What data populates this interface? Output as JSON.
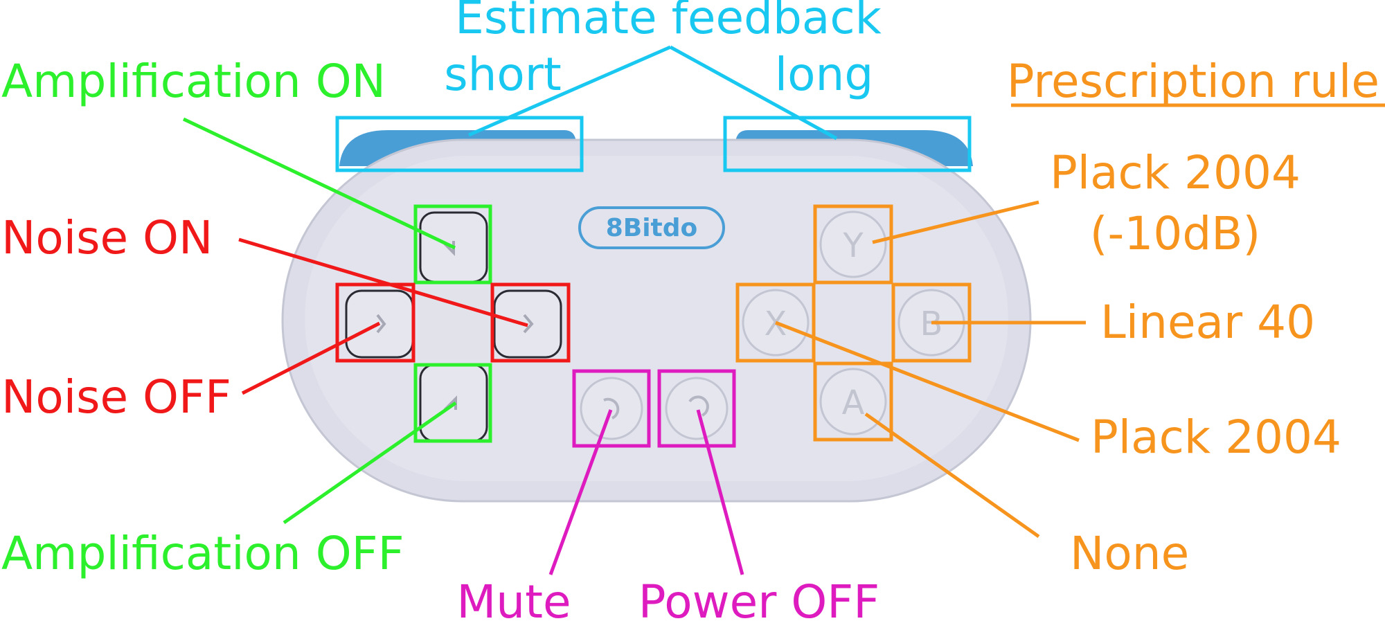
{
  "colors": {
    "green": "#2cf02c",
    "red": "#f01818",
    "cyan": "#18c8f0",
    "orange": "#f7941d",
    "magenta": "#dd1bbf",
    "controller_body": "#dcdde8",
    "controller_edge": "#c7c9d6",
    "bumper": "#4a9ed6",
    "button": "#e7e8ee",
    "logo": "#4a9ed6"
  },
  "controller": {
    "logo": "8Bitdo",
    "face_buttons": {
      "y": "Y",
      "x": "X",
      "b": "B",
      "a": "A"
    }
  },
  "labels": {
    "estimate_feedback": "Estimate feedback",
    "short": "short",
    "long": "long",
    "amplification_on": "Amplification ON",
    "noise_on": "Noise ON",
    "noise_off": "Noise OFF",
    "amplification_off": "Amplification OFF",
    "mute": "Mute",
    "power_off": "Power OFF",
    "prescription_rule": "Prescription rule",
    "plack_10db_line1": "Plack 2004",
    "plack_10db_line2": "(-10dB)",
    "linear_40": "Linear 40",
    "plack_2004": "Plack 2004",
    "none": "None"
  }
}
